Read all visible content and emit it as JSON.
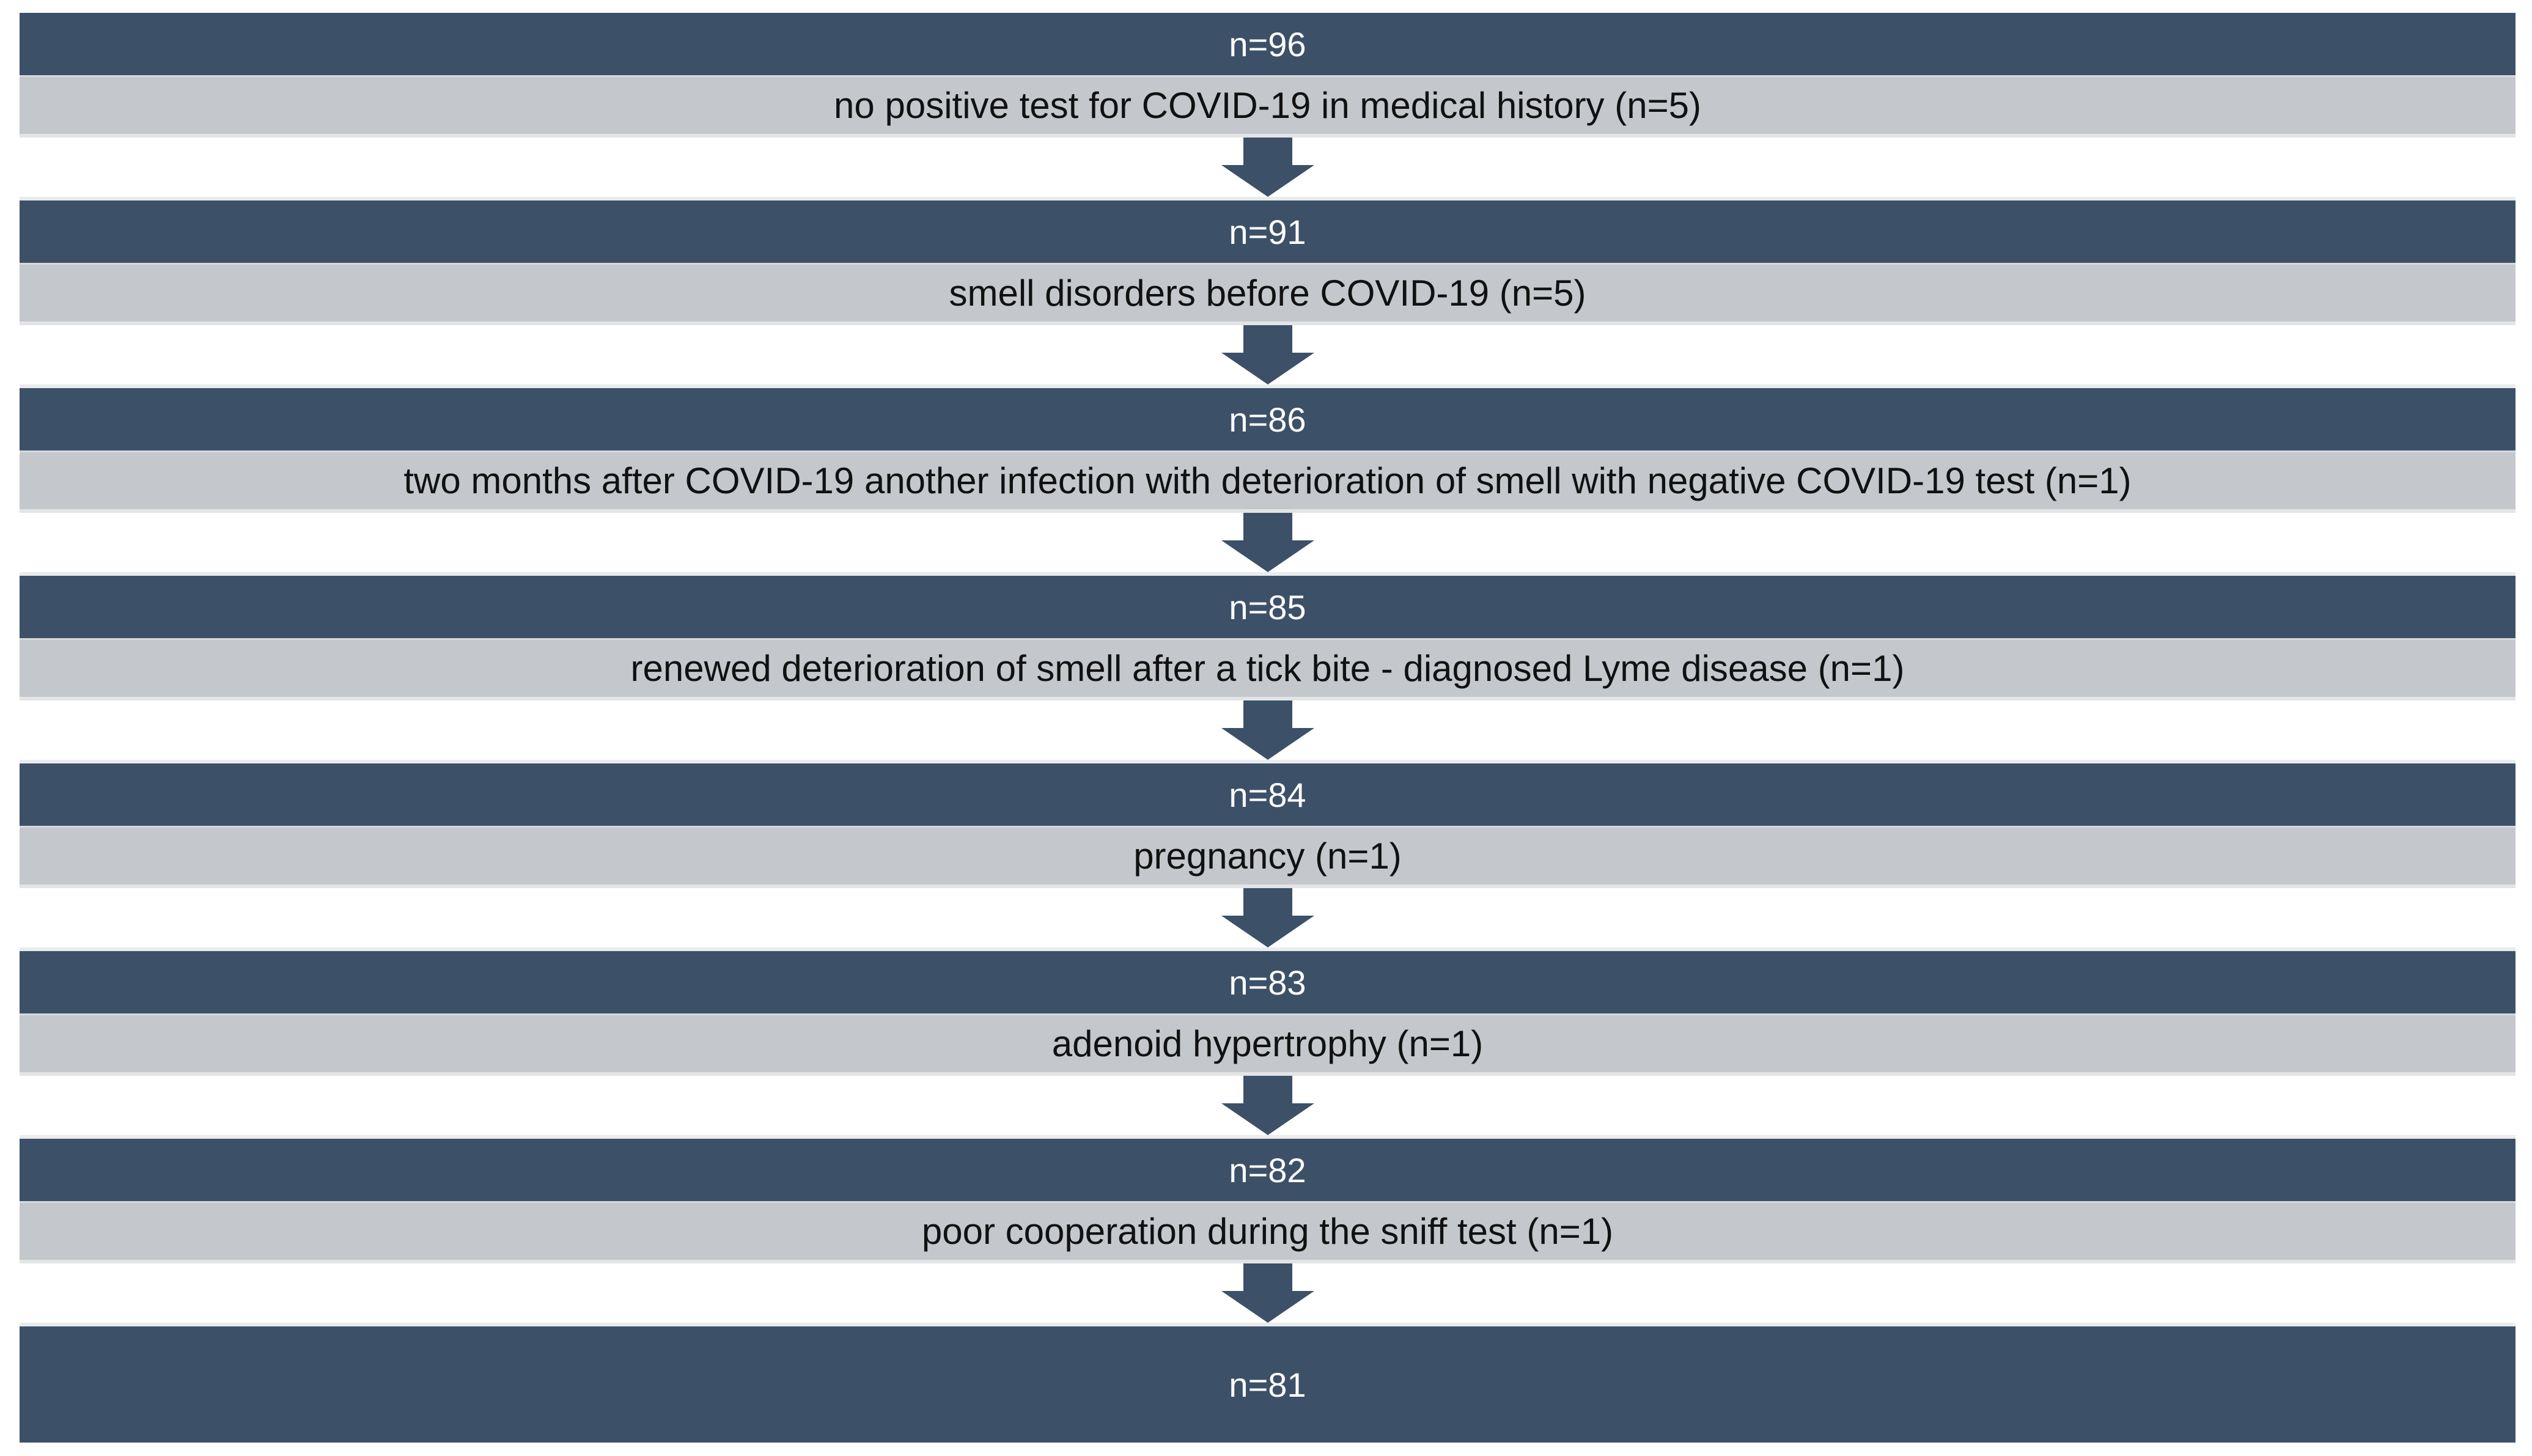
{
  "diagram": {
    "kind": "participant-exclusion-flowchart",
    "colors": {
      "count_bar_background": "#3C5168",
      "count_bar_text": "#FFFFFF",
      "exclusion_bar_background": "#C4C8CD",
      "exclusion_bar_text": "#111111",
      "arrow": "#3C5168",
      "page_background": "#FFFFFF"
    },
    "steps": [
      {
        "count": "n=96",
        "exclusion": "no positive test for COVID-19 in medical history (n=5)"
      },
      {
        "count": "n=91",
        "exclusion": "smell disorders before COVID-19 (n=5)"
      },
      {
        "count": "n=86",
        "exclusion": "two months after COVID-19 another infection with deterioration of smell with negative COVID-19 test (n=1)"
      },
      {
        "count": "n=85",
        "exclusion": "renewed deterioration of smell after a tick bite - diagnosed Lyme disease (n=1)"
      },
      {
        "count": "n=84",
        "exclusion": "pregnancy (n=1)"
      },
      {
        "count": "n=83",
        "exclusion": "adenoid hypertrophy (n=1)"
      },
      {
        "count": "n=82",
        "exclusion": "poor cooperation during the sniff test (n=1)"
      }
    ],
    "final": {
      "count": "n=81"
    }
  }
}
